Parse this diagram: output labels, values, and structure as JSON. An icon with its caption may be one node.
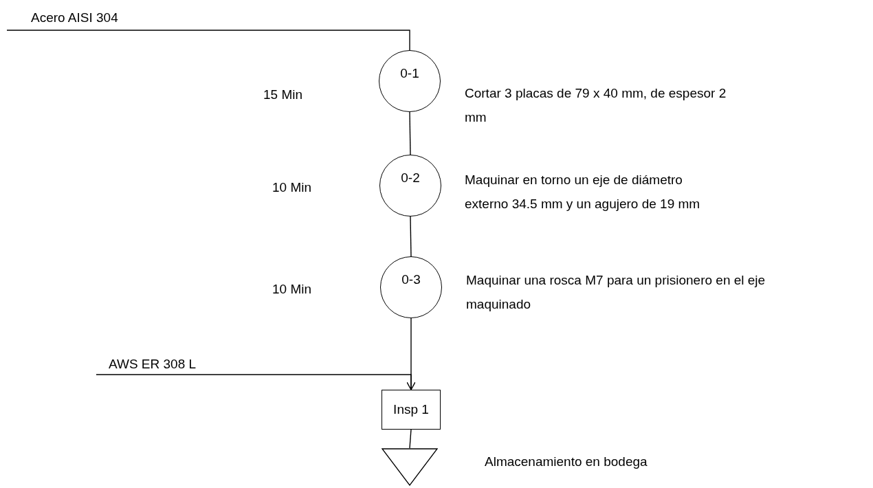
{
  "diagram": {
    "nodes": [
      {
        "text": [
          "Acero AISI 304"
        ]
      },
      {
        "text": [
          "0-1"
        ],
        "beside": [
          "Cortar 3 placas de 79 x 40 mm, de espesor 2 mm"
        ]
      },
      {
        "text": [
          "0-2"
        ],
        "beside": [
          "Maquinar en torno un eje de diámetro externo 34.5 mm y un agujero de 19 mm"
        ]
      },
      {
        "text": [
          "0-3"
        ],
        "beside": [
          "Maquinar una rosca M7 para un prisionero en el eje maquinado"
        ]
      },
      {
        "text": [
          "AWS ER 308 L"
        ]
      },
      {
        "text": [
          "Insp 1"
        ]
      },
      {
        "text": [],
        "shape": "triangle",
        "beside": [
          "Almacenamiento en bodega"
        ]
      }
    ],
    "edges": [
      {
        "from": 0,
        "to": 1,
        "arrow": "none"
      },
      {
        "from": 1,
        "to": 2,
        "arrow": "none"
      },
      {
        "from": 2,
        "to": 3,
        "arrow": "none"
      },
      {
        "from": 3,
        "to": 5,
        "arrow": "none"
      },
      {
        "from": 5,
        "to": 6,
        "arrow": "none"
      },
      {
        "from": 4,
        "to": 5,
        "arrow": "to"
      }
    ],
    "labels": [
      "15 Min",
      "10 Min",
      "10 Min"
    ]
  }
}
